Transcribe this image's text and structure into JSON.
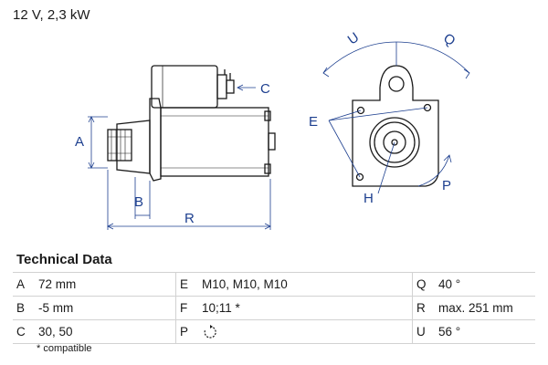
{
  "heading": "12 V, 2,3 kW",
  "drawing_labels": {
    "a": "A",
    "b": "B",
    "c": "C",
    "r": "R",
    "u": "U",
    "q": "Q",
    "e": "E",
    "h": "H",
    "p": "P"
  },
  "section_title": "Technical Data",
  "rows": [
    {
      "k1": "A",
      "v1": "72 mm",
      "k2": "E",
      "v2": "M10, M10, M10",
      "k3": "Q",
      "v3": "40 °"
    },
    {
      "k1": "B",
      "v1": "-5 mm",
      "k2": "F",
      "v2": "10;11 *",
      "k3": "R",
      "v3": "max. 251 mm"
    },
    {
      "k1": "C",
      "v1": "30, 50",
      "k2": "P",
      "v2": "",
      "k3": "U",
      "v3": "56 °"
    }
  ],
  "rotation_icon": "clockwise-rotation-icon",
  "footnote": "* compatible",
  "colors": {
    "dimension_line": "#1d3f8f",
    "outline": "#1a1a1a",
    "rule": "#d2d2d2"
  }
}
